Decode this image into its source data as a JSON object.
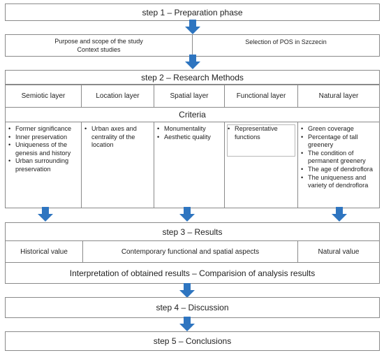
{
  "step1": {
    "title": "step 1 – Preparation phase"
  },
  "prep": {
    "left": [
      "Purpose  and scope of the study",
      "Context studies"
    ],
    "right": "Selection of POS in Szczecin"
  },
  "step2": {
    "title": "step 2 – Research Methods"
  },
  "layers": [
    "Semiotic layer",
    "Location layer",
    "Spatial layer",
    "Functional layer",
    "Natural layer"
  ],
  "criteria_title": "Criteria",
  "criteria": [
    [
      "Former significance",
      "Inner preservation",
      "Uniqueness  of  the genesis and history",
      "Urban surrounding preservation"
    ],
    [
      "Urban axes and centrality of the location"
    ],
    [
      "Monumentality",
      "Aesthetic quality"
    ],
    [
      "Representative functions"
    ],
    [
      "Green coverage",
      "Percentage of tall greenery",
      "The condition of permanent greenery",
      "The age of dendroflora",
      "The uniqueness  and variety of dendroflora"
    ]
  ],
  "step3": {
    "title": "step 3 – Results"
  },
  "results": {
    "historical": "Historical value",
    "contemporary": "Contemporary functional and spatial aspects",
    "natural": "Natural value"
  },
  "interpretation": "Interpretation of obtained results – Comparision of analysis results",
  "step4": {
    "title": "step 4 – Discussion"
  },
  "step5": {
    "title": "step 5 – Conclusions"
  },
  "colors": {
    "arrow": "#2e75c0",
    "border": "#8a8a8a"
  }
}
